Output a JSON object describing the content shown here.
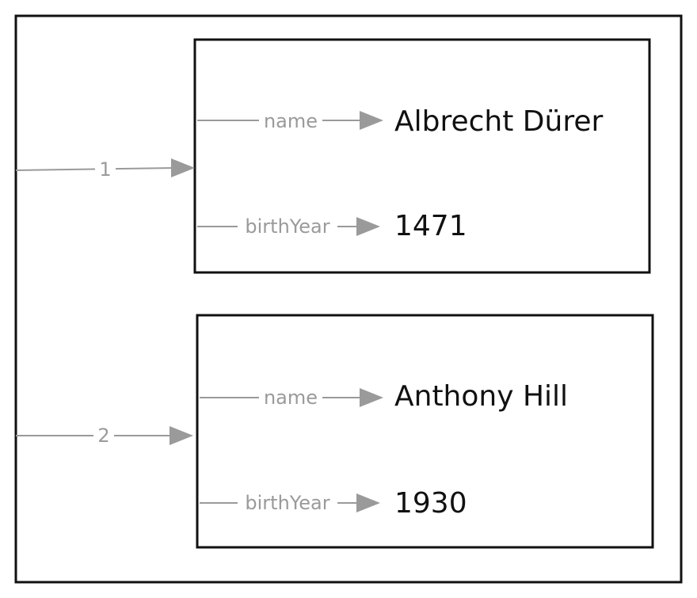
{
  "records": [
    {
      "index_label": "1",
      "fields": [
        {
          "key": "name",
          "value": "Albrecht Dürer"
        },
        {
          "key": "birthYear",
          "value": "1471"
        }
      ]
    },
    {
      "index_label": "2",
      "fields": [
        {
          "key": "name",
          "value": "Anthony Hill"
        },
        {
          "key": "birthYear",
          "value": "1930"
        }
      ]
    }
  ],
  "colors": {
    "border": "#111111",
    "edge": "#9a9a9a",
    "text": "#111111",
    "background": "#ffffff"
  }
}
